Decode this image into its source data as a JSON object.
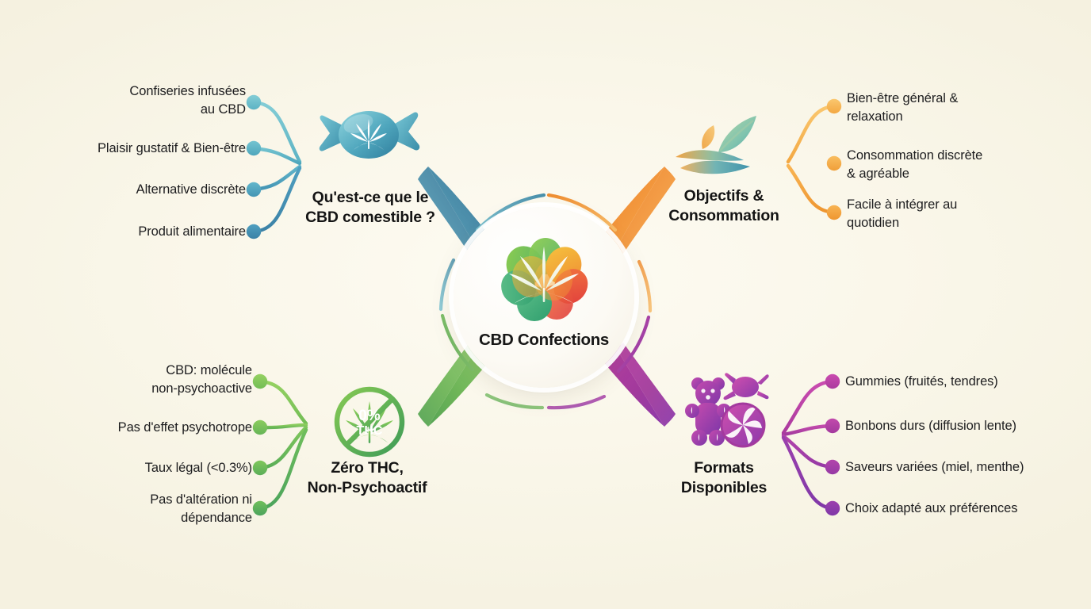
{
  "meta": {
    "diagram_type": "mind-map",
    "background_color": "#f7f3e6",
    "center_circle_color": "#fdfbf5"
  },
  "center": {
    "title": "CBD Confections",
    "logo_icon": "colorful-cannabis-leaf-rosette-icon"
  },
  "branches": [
    {
      "id": "what-is-edible-cbd",
      "title": "Qu'est-ce que le\nCBD comestible ?",
      "icon": "wrapped-candy-cannabis-leaf-icon",
      "position": "top-left",
      "color": "#3f8ba8",
      "color_light": "#6fc0cb",
      "color_dark": "#3d7fa3",
      "items": [
        "Confiseries infusées\nau CBD",
        "Plaisir gustatif & Bien-être",
        "Alternative discrète",
        "Produit alimentaire"
      ]
    },
    {
      "id": "objectives-consumption",
      "title": "Objectifs &\nConsommation",
      "icon": "leaves-and-waves-icon",
      "position": "top-right",
      "color": "#f0963c",
      "color_light": "#f7bb5e",
      "color_dark": "#ef8f33",
      "items": [
        "Bien-être général &\nrelaxation",
        "Consommation discrète\n& agréable",
        "Facile à intégrer au\nquotidien"
      ]
    },
    {
      "id": "zero-thc",
      "title": "Zéro THC,\nNon-Psychoactif",
      "icon": "zero-percent-thc-badge-icon",
      "position": "bottom-left",
      "color": "#63ae4a",
      "color_light": "#94cd6c",
      "color_dark": "#4e9f54",
      "items": [
        "CBD: molécule\nnon-psychoactive",
        "Pas d'effet psychotrope",
        "Taux légal (<0.3%)",
        "Pas d'altération ni\ndépendance"
      ]
    },
    {
      "id": "available-formats",
      "title": "Formats\nDisponibles",
      "icon": "gummy-bear-candy-lollipop-icon",
      "position": "bottom-right",
      "color": "#a23a9c",
      "color_light": "#c23aa0",
      "color_dark": "#8e3ba8",
      "items": [
        "Gummies (fruités, tendres)",
        "Bonbons durs (diffusion lente)",
        "Saveurs variées (miel, menthe)",
        "Choix adapté aux préférences"
      ]
    }
  ]
}
